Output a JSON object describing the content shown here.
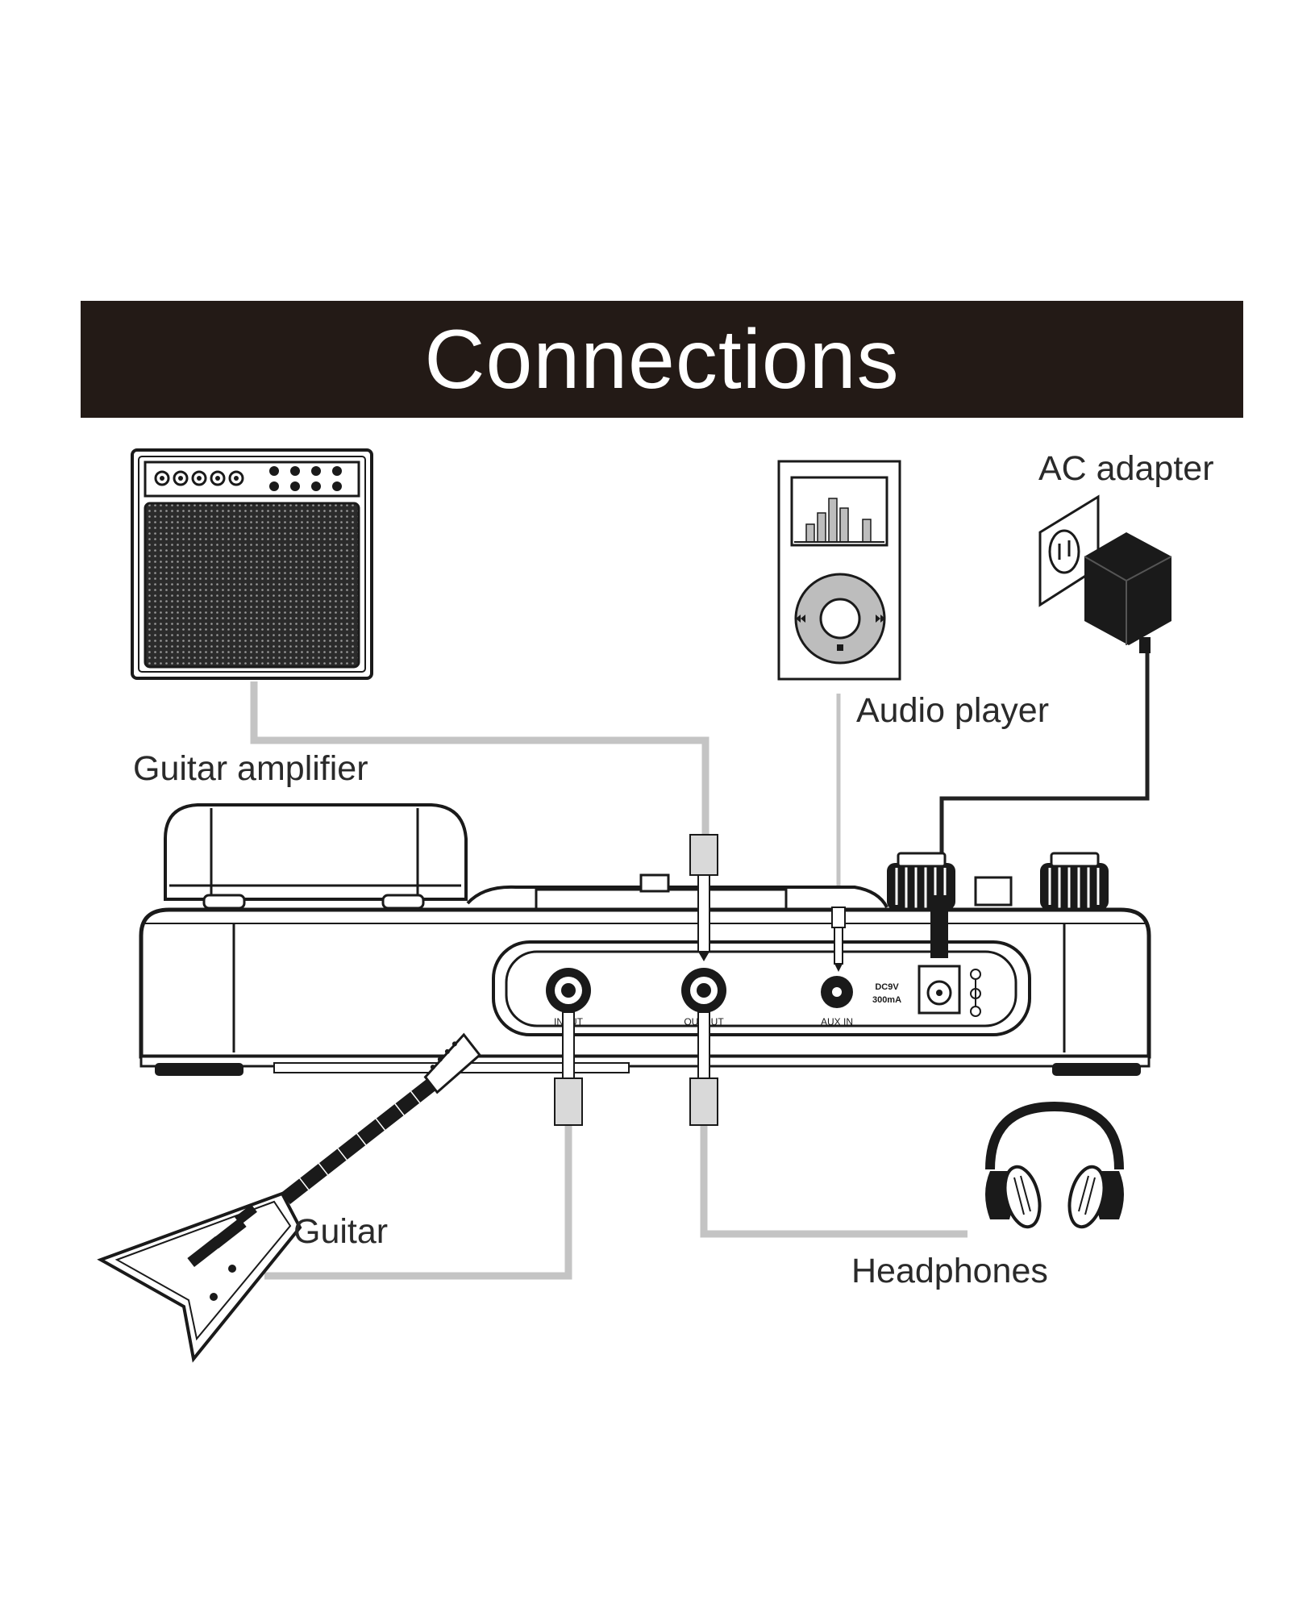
{
  "title": "Connections",
  "labels": {
    "guitar_amplifier": "Guitar amplifier",
    "audio_player": "Audio player",
    "ac_adapter": "AC adapter",
    "guitar": "Guitar",
    "headphones": "Headphones"
  },
  "panel": {
    "input": "INPUT",
    "output": "OUTPUT",
    "aux_in": "AUX IN",
    "dc_rating_1": "DC9V",
    "dc_rating_2": "300mA"
  },
  "colors": {
    "banner": "#231a16",
    "cable": "#c4c4c4",
    "ink": "#1a1a1a"
  }
}
